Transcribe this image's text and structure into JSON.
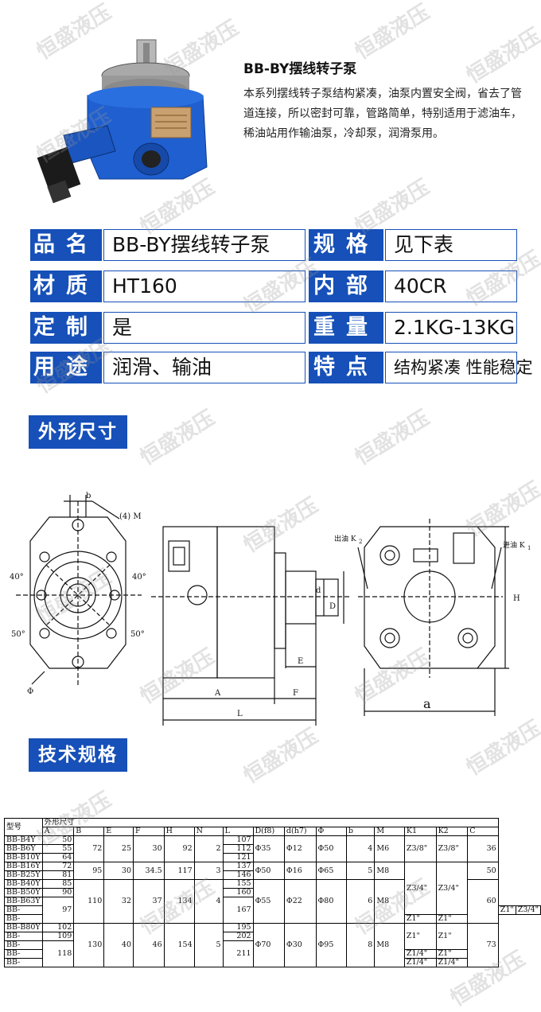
{
  "product": {
    "title": "BB-BY摆线转子泵",
    "description": "本系列摆线转子泵结构紧凑，油泵内置安全阀，省去了管道连接，所以密封可靠，管路简单，特别适用于滤油车，稀油站用作输油泵，冷却泵，润滑泵用。"
  },
  "specs": [
    {
      "k1": "品名",
      "v1": "BB-BY摆线转子泵",
      "k2": "规格",
      "v2": "见下表"
    },
    {
      "k1": "材质",
      "v1": "HT160",
      "k2": "内部",
      "v2": "40CR"
    },
    {
      "k1": "定制",
      "v1": "是",
      "k2": "重量",
      "v2": "2.1KG-13KG"
    },
    {
      "k1": "用途",
      "v1": "润滑、输油",
      "k2": "特点",
      "v2": "结构紧凑 性能稳定"
    }
  ],
  "sections": {
    "dimensions": "外形尺寸",
    "technical": "技术规格"
  },
  "drawing": {
    "label_b": "b",
    "label_4m": "(4) M",
    "angle_40_left": "40°",
    "angle_40_right": "40°",
    "angle_50_left": "50°",
    "angle_50_right": "50°",
    "label_phi": "Φ",
    "label_d": "d",
    "label_D": "D",
    "label_E": "E",
    "label_A": "A",
    "label_F": "F",
    "label_L": "L",
    "label_outlet": "出油 K",
    "label_outlet_sub": "2",
    "label_inlet": "进油 K",
    "label_inlet_sub": "1",
    "label_H": "H",
    "label_a": "a"
  },
  "watermark": "恒盛液压",
  "table": {
    "model_header": "型号",
    "group_header": "外形尺寸",
    "columns": [
      "A",
      "B",
      "E",
      "F",
      "H",
      "N",
      "L",
      "D(f8)",
      "d(h7)",
      "Φ",
      "b",
      "M",
      "K1",
      "K2",
      "C"
    ],
    "rows": [
      {
        "model": "BB-B4Y",
        "A": "50",
        "L": "107"
      },
      {
        "model": "BB-B6Y",
        "A": "55",
        "L": "112"
      },
      {
        "model": "BB-B10Y",
        "A": "64",
        "L": "121"
      },
      {
        "model": "BB-B16Y",
        "A": "72",
        "L": "137"
      },
      {
        "model": "BB-B25Y",
        "A": "81",
        "L": "146"
      },
      {
        "model": "BB-B40Y",
        "A": "85",
        "L": "155"
      },
      {
        "model": "BB-B50Y",
        "A": "90",
        "L": "160"
      },
      {
        "model": "BB-B63Y",
        "A": "",
        "L": ""
      },
      {
        "model": "BB-",
        "A": "97",
        "L": "167"
      },
      {
        "model": "BB-",
        "A": "",
        "L": ""
      },
      {
        "model": "BB-B80Y",
        "A": "102",
        "L": "195"
      },
      {
        "model": "BB-",
        "A": "109",
        "L": "202"
      },
      {
        "model": "BB-",
        "A": "",
        "L": ""
      },
      {
        "model": "BB-",
        "A": "118",
        "L": "211"
      },
      {
        "model": "BB-",
        "A": "",
        "L": ""
      }
    ],
    "groups": [
      {
        "B": "72",
        "E": "25",
        "F": "30",
        "H": "92",
        "N": "2",
        "D": "Φ35",
        "d": "Φ12",
        "phi": "Φ50",
        "b": "4",
        "M": "M6",
        "K1": "Z3/8\"",
        "K2": "Z3/8\"",
        "C": "36"
      },
      {
        "B": "95",
        "E": "30",
        "F": "34.5",
        "H": "117",
        "N": "3",
        "D": "Φ50",
        "d": "Φ16",
        "phi": "Φ65",
        "b": "5",
        "M": "M8",
        "C": "50"
      },
      {
        "B": "110",
        "E": "32",
        "F": "37",
        "H": "134",
        "N": "4",
        "D": "Φ55",
        "d": "Φ22",
        "phi": "Φ80",
        "b": "6",
        "M": "M8",
        "C": "60"
      },
      {
        "B": "130",
        "E": "40",
        "F": "46",
        "H": "154",
        "N": "5",
        "D": "Φ70",
        "d": "Φ30",
        "phi": "Φ95",
        "b": "8",
        "M": "M8",
        "C": "73"
      }
    ],
    "k_values": {
      "g23_k1": "Z3/4\"",
      "g23_k2": "Z3/4\"",
      "r9_k1": "Z1\"",
      "r9_k2": "Z3/4\"",
      "r10_k1": "Z1\"",
      "r10_k2": "Z1\"",
      "g4_k1a": "Z1\"",
      "g4_k2a": "Z1\"",
      "r14_k1": "Z1/4\"",
      "r14_k2": "Z1\"",
      "r15_k1": "Z1/4\"",
      "r15_k2": "Z1/4\""
    }
  }
}
